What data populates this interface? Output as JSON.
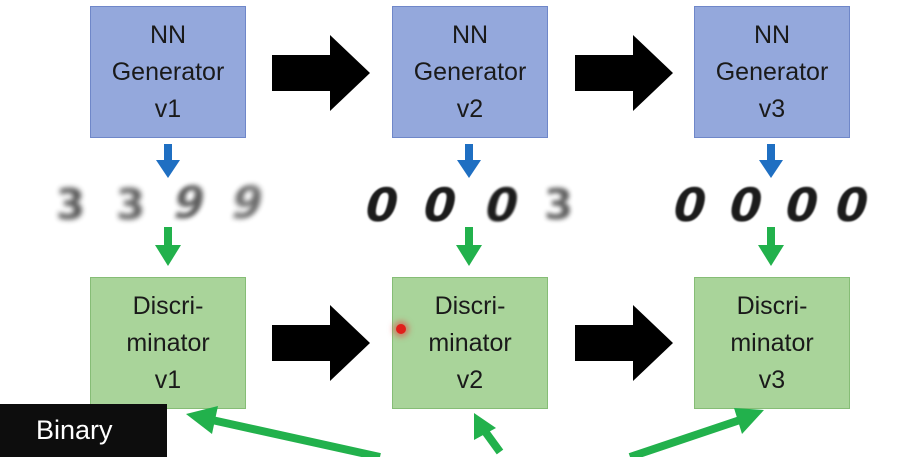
{
  "generators": [
    {
      "line1": "NN",
      "line2": "Generator",
      "line3": "v1"
    },
    {
      "line1": "NN",
      "line2": "Generator",
      "line3": "v2"
    },
    {
      "line1": "NN",
      "line2": "Generator",
      "line3": "v3"
    }
  ],
  "discriminators": [
    {
      "line1": "Discri-",
      "line2": "minator",
      "line3": "v1"
    },
    {
      "line1": "Discri-",
      "line2": "minator",
      "line3": "v2"
    },
    {
      "line1": "Discri-",
      "line2": "minator",
      "line3": "v3"
    }
  ],
  "samples": [
    [
      "3",
      "3",
      "9",
      "9"
    ],
    [
      "0",
      "0",
      "0",
      "3"
    ],
    [
      "0",
      "0",
      "0",
      "0"
    ]
  ],
  "caption": "Binary",
  "colors": {
    "generator_fill": "#94a8dc",
    "discriminator_fill": "#a9d49a",
    "generator_to_sample_arrow": "#1f6fc2",
    "sample_to_discriminator_arrow": "#22b14c",
    "evolution_arrow": "#000000"
  }
}
